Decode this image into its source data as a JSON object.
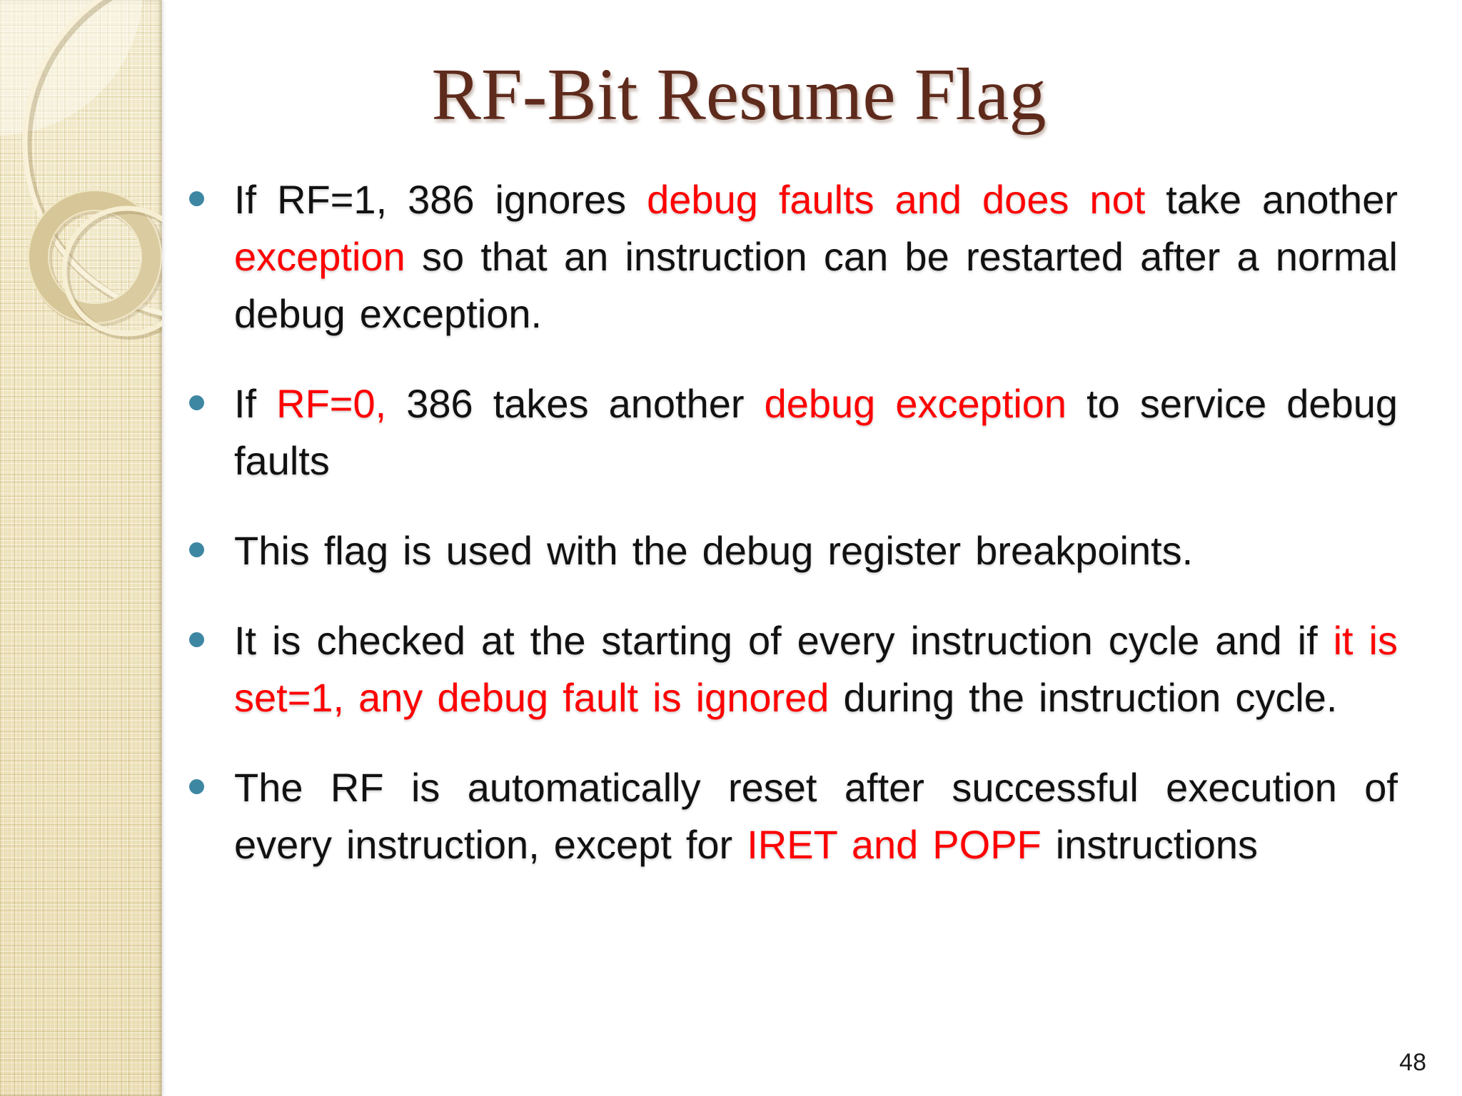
{
  "slide": {
    "title": "RF-Bit Resume Flag",
    "page_number": "48",
    "colors": {
      "title": "#5E2A1B",
      "body_text": "#111111",
      "emphasis_red": "#FF0000",
      "bullet_dot": "#3E87A3",
      "sidebar_beige": "#EDE1B6",
      "background": "#FFFFFF"
    },
    "bullets": [
      {
        "segments": [
          {
            "text": "If RF=1, 386 ignores ",
            "emphasis": false
          },
          {
            "text": "debug faults and does not",
            "emphasis": true
          },
          {
            "text": " take another ",
            "emphasis": false
          },
          {
            "text": "exception",
            "emphasis": true
          },
          {
            "text": " so that an instruction can be restarted after a normal debug exception.",
            "emphasis": false
          }
        ]
      },
      {
        "segments": [
          {
            "text": "If ",
            "emphasis": false
          },
          {
            "text": "RF=0,",
            "emphasis": true
          },
          {
            "text": " 386 takes another ",
            "emphasis": false
          },
          {
            "text": "debug exception",
            "emphasis": true
          },
          {
            "text": " to service debug faults",
            "emphasis": false
          }
        ]
      },
      {
        "segments": [
          {
            "text": "This flag is used with the debug register breakpoints.",
            "emphasis": false
          }
        ]
      },
      {
        "segments": [
          {
            "text": "It is checked at the starting of every instruction cycle and if ",
            "emphasis": false
          },
          {
            "text": "it is set=1, any debug fault is ignored",
            "emphasis": true
          },
          {
            "text": " during the instruction cycle.",
            "emphasis": false
          }
        ]
      },
      {
        "segments": [
          {
            "text": "The RF is automatically reset after successful execution of every instruction, except for ",
            "emphasis": false
          },
          {
            "text": "IRET and POPF",
            "emphasis": true
          },
          {
            "text": " instructions",
            "emphasis": false
          }
        ]
      }
    ]
  }
}
